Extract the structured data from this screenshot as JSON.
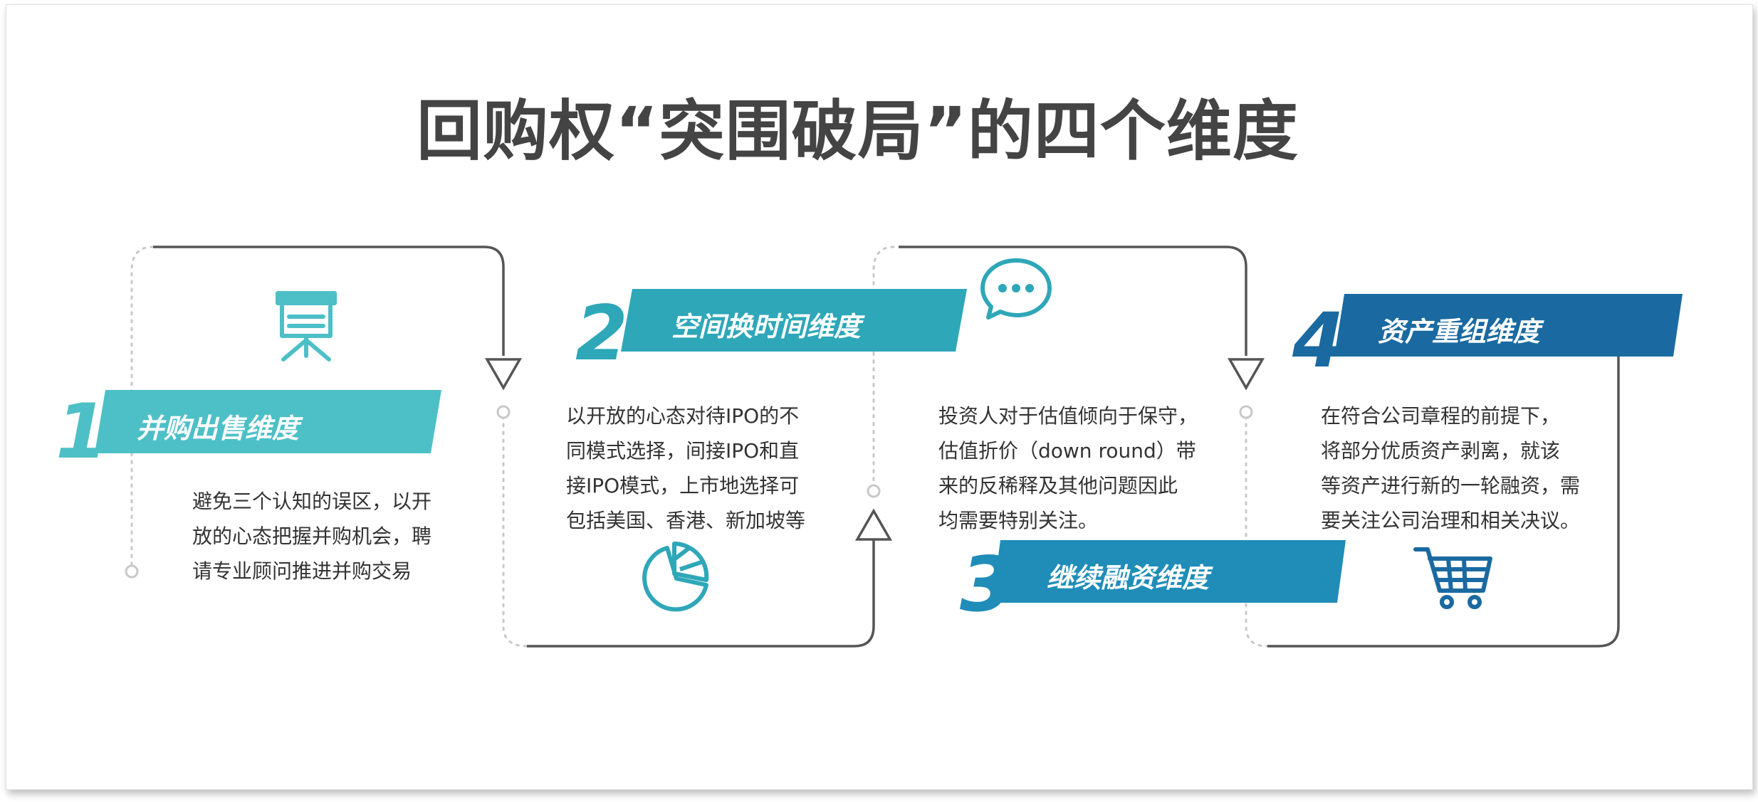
{
  "title": "回购权“突围破局”的四个维度",
  "colors": {
    "teal_light": "#4DBFC7",
    "teal": "#2EA7B8",
    "blue_mid": "#1F8DB8",
    "blue_dark": "#1A6AA1",
    "connector": "#555555",
    "dotted": "#c8c8c8",
    "text": "#333333",
    "title": "#444444"
  },
  "steps": [
    {
      "number": "1",
      "label": "并购出售维度",
      "icon": "presentation-board-icon",
      "lines": [
        "避免三个认知的误区，以开",
        "放的心态把握并购机会，聘",
        "请专业顾问推进并购交易"
      ]
    },
    {
      "number": "2",
      "label": "空间换时间维度",
      "icon": "pie-chart-icon",
      "lines": [
        "以开放的心态对待IPO的不",
        "同模式选择，间接IPO和直",
        "接IPO模式，上市地选择可",
        "包括美国、香港、新加坡等"
      ]
    },
    {
      "number": "3",
      "label": "继续融资维度",
      "icon": "chat-bubble-icon",
      "lines": [
        "投资人对于估值倾向于保守，",
        "估值折价（down round）带",
        "来的反稀释及其他问题因此",
        "均需要特别关注。"
      ]
    },
    {
      "number": "4",
      "label": "资产重组维度",
      "icon": "shopping-cart-icon",
      "lines": [
        "在符合公司章程的前提下，",
        "将部分优质资产剥离，就该",
        "等资产进行新的一轮融资，需",
        "要关注公司治理和相关决议。"
      ]
    }
  ]
}
